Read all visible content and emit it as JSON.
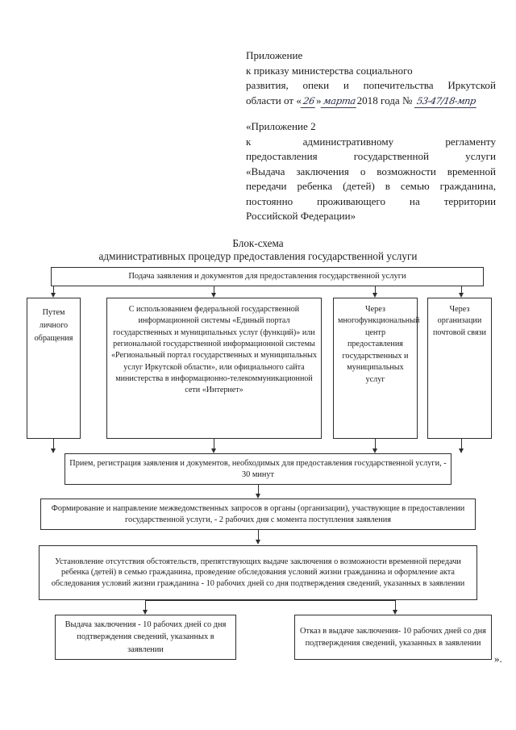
{
  "document": {
    "header": {
      "line1": "Приложение",
      "line2": "к приказу министерства социального",
      "line3": "развития, опеки и попечительства Иркутской",
      "line4_prefix": "области от «",
      "line4_day": "26",
      "line4_mid": "»",
      "line4_month": "марта",
      "line4_year": "2018 года №",
      "line4_number": "53-47/18-мпр"
    },
    "subheader": {
      "line1": "«Приложение 2",
      "line2": "к административному регламенту",
      "line3": "предоставления государственной услуги",
      "line4": "«Выдача заключения о возможности временной",
      "line5": "передачи ребенка (детей) в семью гражданина,",
      "line6": "постоянно проживающего на территории",
      "line7": "Российской Федерации»"
    },
    "chart_title": {
      "line1": "Блок-схема",
      "line2": "административных процедур предоставления государственной услуги"
    },
    "closing_mark": "».",
    "colors": {
      "ink": "#1c1c1c",
      "line": "#2e2e2e",
      "handwriting": "#2a2a45",
      "background": "#ffffff"
    }
  },
  "flowchart": {
    "type": "flowchart",
    "orientation": "top-down",
    "nodes": [
      {
        "id": "n1",
        "label": "Подача заявления и документов для предоставления государственной услуги"
      },
      {
        "id": "n2a",
        "label": "Путем личного обращения"
      },
      {
        "id": "n2b",
        "label": "С использованием федеральной государственной информационной системы «Единый портал государственных и муниципальных услуг (функций)» или региональной государственной информационной системы «Региональный портал государственных и муниципальных услуг Иркутской области», или официального сайта министерства в информационно-телекоммуникационной сети «Интернет»"
      },
      {
        "id": "n2c",
        "label": "Через многофункциональный центр предоставления государственных и муниципальных услуг"
      },
      {
        "id": "n2d",
        "label": "Через организации почтовой связи"
      },
      {
        "id": "n3",
        "label": "Прием, регистрация заявления и документов, необходимых для предоставления государственной услуги, - 30 минут"
      },
      {
        "id": "n4",
        "label": "Формирование и направление межведомственных запросов в органы  (организации), участвующие в предоставлении государственной услуги, - 2 рабочих дня с момента поступления заявления"
      },
      {
        "id": "n5",
        "label": "Установление отсутствия обстоятельств, препятствующих выдаче заключения о возможности временной передачи ребенка (детей) в семью гражданина, проведение обследования условий жизни гражданина и оформление акта обследования условий жизни гражданина - 10 рабочих дней со дня подтверждения сведений, указанных в заявлении"
      },
      {
        "id": "n6a",
        "label": "Выдача заключения - 10 рабочих дней со дня подтверждения сведений, указанных в заявлении"
      },
      {
        "id": "n6b",
        "label": "Отказ в выдаче заключения- 10 рабочих дней со дня подтверждения сведений, указанных в заявлении"
      }
    ],
    "edges": [
      {
        "from": "n1",
        "to": "n2a"
      },
      {
        "from": "n1",
        "to": "n2b"
      },
      {
        "from": "n1",
        "to": "n2c"
      },
      {
        "from": "n1",
        "to": "n2d"
      },
      {
        "from": "n2a",
        "to": "n3"
      },
      {
        "from": "n2b",
        "to": "n3"
      },
      {
        "from": "n2c",
        "to": "n3"
      },
      {
        "from": "n2d",
        "to": "n3"
      },
      {
        "from": "n3",
        "to": "n4"
      },
      {
        "from": "n4",
        "to": "n5"
      },
      {
        "from": "n5",
        "to": "n6a"
      },
      {
        "from": "n5",
        "to": "n6b"
      }
    ]
  }
}
